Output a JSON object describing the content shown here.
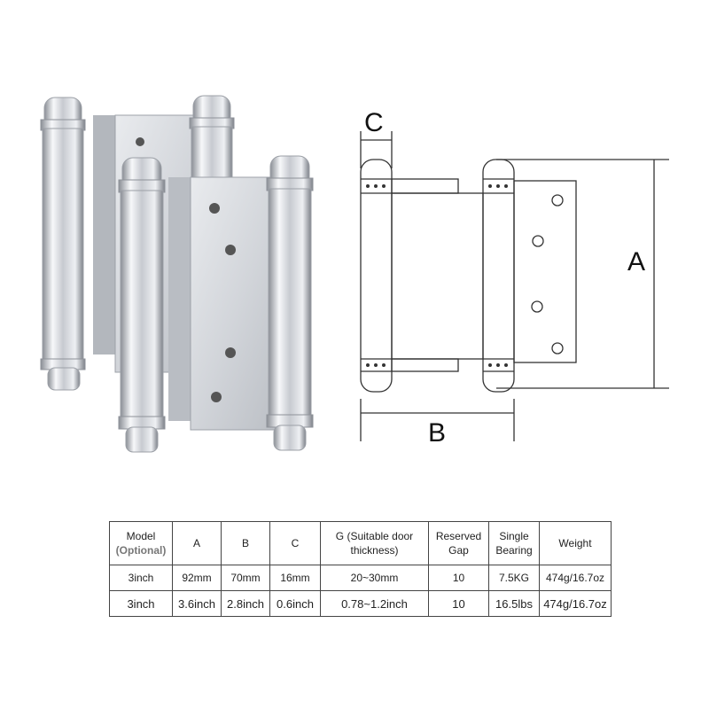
{
  "diagram": {
    "label_a": "A",
    "label_b": "B",
    "label_c": "C"
  },
  "table": {
    "headers": [
      {
        "line1": "Model",
        "line2": "(Optional)"
      },
      {
        "line1": "A",
        "line2": ""
      },
      {
        "line1": "B",
        "line2": ""
      },
      {
        "line1": "C",
        "line2": ""
      },
      {
        "line1": "G (Suitable door",
        "line2": "thickness)"
      },
      {
        "line1": "Reserved",
        "line2": "Gap"
      },
      {
        "line1": "Single",
        "line2": "Bearing"
      },
      {
        "line1": "Weight",
        "line2": ""
      }
    ],
    "rows": [
      [
        "3inch",
        "92mm",
        "70mm",
        "16mm",
        "20~30mm",
        "10",
        "7.5KG",
        "474g/16.7oz"
      ],
      [
        "3inch",
        "3.6inch",
        "2.8inch",
        "0.6inch",
        "0.78~1.2inch",
        "10",
        "16.5lbs",
        "474g/16.7oz"
      ]
    ]
  },
  "colors": {
    "steel_light": "#f4f5f7",
    "steel_mid": "#c9ccd1",
    "steel_dark": "#7d8188",
    "line": "#333333"
  }
}
